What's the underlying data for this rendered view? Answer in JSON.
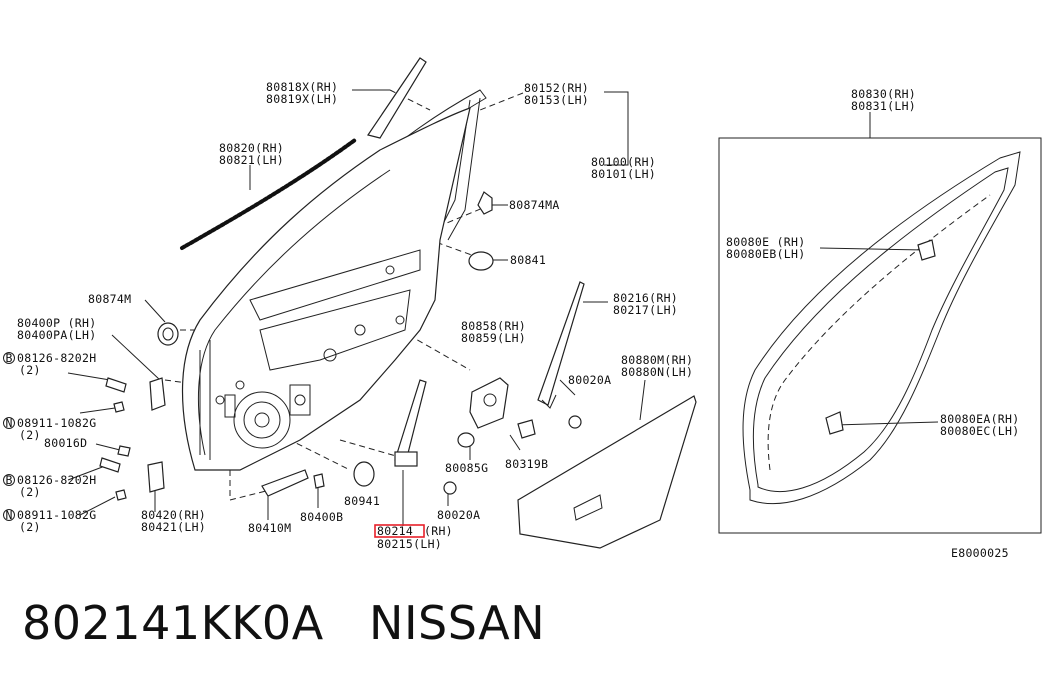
{
  "labels": {
    "p80818": [
      "80818X(RH)",
      "80819X(LH)"
    ],
    "p80152": [
      "80152(RH)",
      "80153(LH)"
    ],
    "p80830": [
      "80830(RH)",
      "80831(LH)"
    ],
    "p80820": [
      "80820(RH)",
      "80821(LH)"
    ],
    "p80100": [
      "80100(RH)",
      "80101(LH)"
    ],
    "p80874MA": "80874MA",
    "p80841": "80841",
    "p80080E": [
      "80080E (RH)",
      "80080EB(LH)"
    ],
    "p80874M": "80874M",
    "p80216": [
      "80216(RH)",
      "80217(LH)"
    ],
    "p80400P": [
      "80400P (RH)",
      "80400PA(LH)"
    ],
    "p80858": [
      "80858(RH)",
      "80859(LH)"
    ],
    "p08126a": [
      "08126-8202H",
      "(2)"
    ],
    "p80880M": [
      "80880M(RH)",
      "80880N(LH)"
    ],
    "p80020Aa": "80020A",
    "p08911a": [
      "08911-1082G",
      "(2)"
    ],
    "p80016D": "80016D",
    "p80080EA": [
      "80080EA(RH)",
      "80080EC(LH)"
    ],
    "p80085G": "80085G",
    "p80319B": "80319B",
    "p08126b": [
      "08126-8202H",
      "(2)"
    ],
    "p80941": "80941",
    "p80020Ab": "80020A",
    "p08911b": [
      "08911-1082G",
      "(2)"
    ],
    "p80420": [
      "80420(RH)",
      "80421(LH)"
    ],
    "p80410M": "80410M",
    "p80400B": "80400B",
    "p80214": [
      "80214",
      "(RH)",
      "80215(LH)"
    ],
    "diagram_code": "E8000025",
    "prefix_b": "B",
    "prefix_n": "N"
  },
  "caption": {
    "part_number": "802141KK0A",
    "brand": "NISSAN"
  },
  "colors": {
    "highlight": "#e8202a",
    "ink": "#111111"
  }
}
